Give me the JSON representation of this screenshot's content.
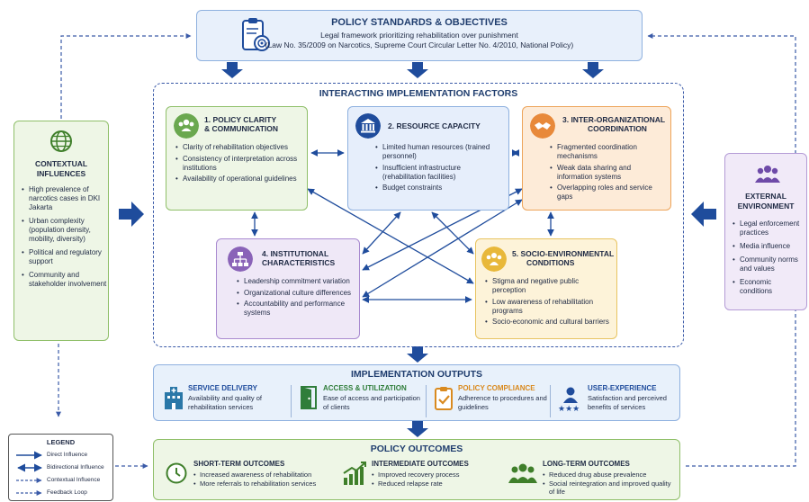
{
  "colors": {
    "arrow_blue": "#1f4c9c",
    "green": "#8fbf69",
    "blue": "#8fb1df",
    "orange": "#eda45a",
    "purple": "#a98ad0",
    "yellow": "#e8c461"
  },
  "standards": {
    "icon": "clipboard-target-icon",
    "title": "POLICY STANDARDS & OBJECTIVES",
    "line1": "Legal framework prioritizing rehabilitation over punishment",
    "line2": "(Law No. 35/2009 on Narcotics, Supreme Court Circular Letter No. 4/2010, National Policy)"
  },
  "factors": {
    "title": "INTERACTING IMPLEMENTATION FACTORS",
    "items": [
      {
        "icon": "people-group-icon",
        "title_l1": "1. POLICY CLARITY",
        "title_l2": "& COMMUNICATION",
        "bullets": [
          "Clarity of rehabilitation objectives",
          "Consistency of interpretation across institutions",
          "Availability of operational guidelines"
        ]
      },
      {
        "icon": "institution-building-icon",
        "title_l1": "2. RESOURCE CAPACITY",
        "title_l2": "",
        "bullets": [
          "Limited human resources (trained personnel)",
          "Insufficient infrastructure (rehabilitation facilities)",
          "Budget constraints"
        ]
      },
      {
        "icon": "handshake-icon",
        "title_l1": "3. INTER-ORGANIZATIONAL",
        "title_l2": "COORDINATION",
        "bullets": [
          "Fragmented coordination mechanisms",
          "Weak data sharing and information systems",
          "Overlapping roles and service gaps"
        ]
      },
      {
        "icon": "org-chart-icon",
        "title_l1": "4. INSTITUTIONAL",
        "title_l2": "CHARACTERISTICS",
        "bullets": [
          "Leadership commitment variation",
          "Organizational culture differences",
          "Accountability and performance systems"
        ]
      },
      {
        "icon": "community-icon",
        "title_l1": "5. SOCIO-ENVIRONMENTAL",
        "title_l2": "CONDITIONS",
        "bullets": [
          "Stigma and negative public perception",
          "Low awareness of rehabilitation programs",
          "Socio-economic and cultural barriers"
        ]
      }
    ]
  },
  "contextual": {
    "icon": "globe-icon",
    "title_l1": "CONTEXTUAL",
    "title_l2": "INFLUENCES",
    "bullets": [
      "High prevalence of narcotics cases in DKI Jakarta",
      "Urban complexity (population density, mobility, diversity)",
      "Political and regulatory support",
      "Community and stakeholder involvement"
    ]
  },
  "external": {
    "icon": "people-icon",
    "title_l1": "EXTERNAL",
    "title_l2": "ENVIRONMENT",
    "bullets": [
      "Legal enforcement practices",
      "Media influence",
      "Community norms and values",
      "Economic conditions"
    ]
  },
  "outputs": {
    "title": "IMPLEMENTATION OUTPUTS",
    "items": [
      {
        "icon": "hospital-icon",
        "title": "SERVICE DELIVERY",
        "desc": "Availability and quality of rehabilitation services",
        "color": "#1f4c9c"
      },
      {
        "icon": "door-icon",
        "title": "ACCESS & UTILIZATION",
        "desc": "Ease of access and participation of clients",
        "color": "#2f7d3a"
      },
      {
        "icon": "clipboard-check-icon",
        "title": "POLICY COMPLIANCE",
        "desc": "Adherence to procedures and guidelines",
        "color": "#d98a1f"
      },
      {
        "icon": "user-stars-icon",
        "title": "USER-EXPERIENCE",
        "desc": "Satisfaction and perceived benefits of services",
        "color": "#1f4c9c"
      }
    ]
  },
  "outcomes": {
    "title": "POLICY OUTCOMES",
    "items": [
      {
        "icon": "clock-icon",
        "title": "SHORT-TERM OUTCOMES",
        "bullets": [
          "Increased awareness of rehabilitation",
          "More referrals to rehabilitation services"
        ]
      },
      {
        "icon": "growth-chart-icon",
        "title": "INTERMEDIATE OUTCOMES",
        "bullets": [
          "Improved recovery process",
          "Reduced relapse rate"
        ]
      },
      {
        "icon": "group-icon",
        "title": "LONG-TERM OUTCOMES",
        "bullets": [
          "Reduced drug abuse prevalence",
          "Social reintegration and improved quality of life"
        ]
      }
    ]
  },
  "legend": {
    "title": "LEGEND",
    "items": [
      "Direct Influence",
      "Bidirectional Influence",
      "Contextual Influence",
      "Feedback Loop"
    ]
  }
}
